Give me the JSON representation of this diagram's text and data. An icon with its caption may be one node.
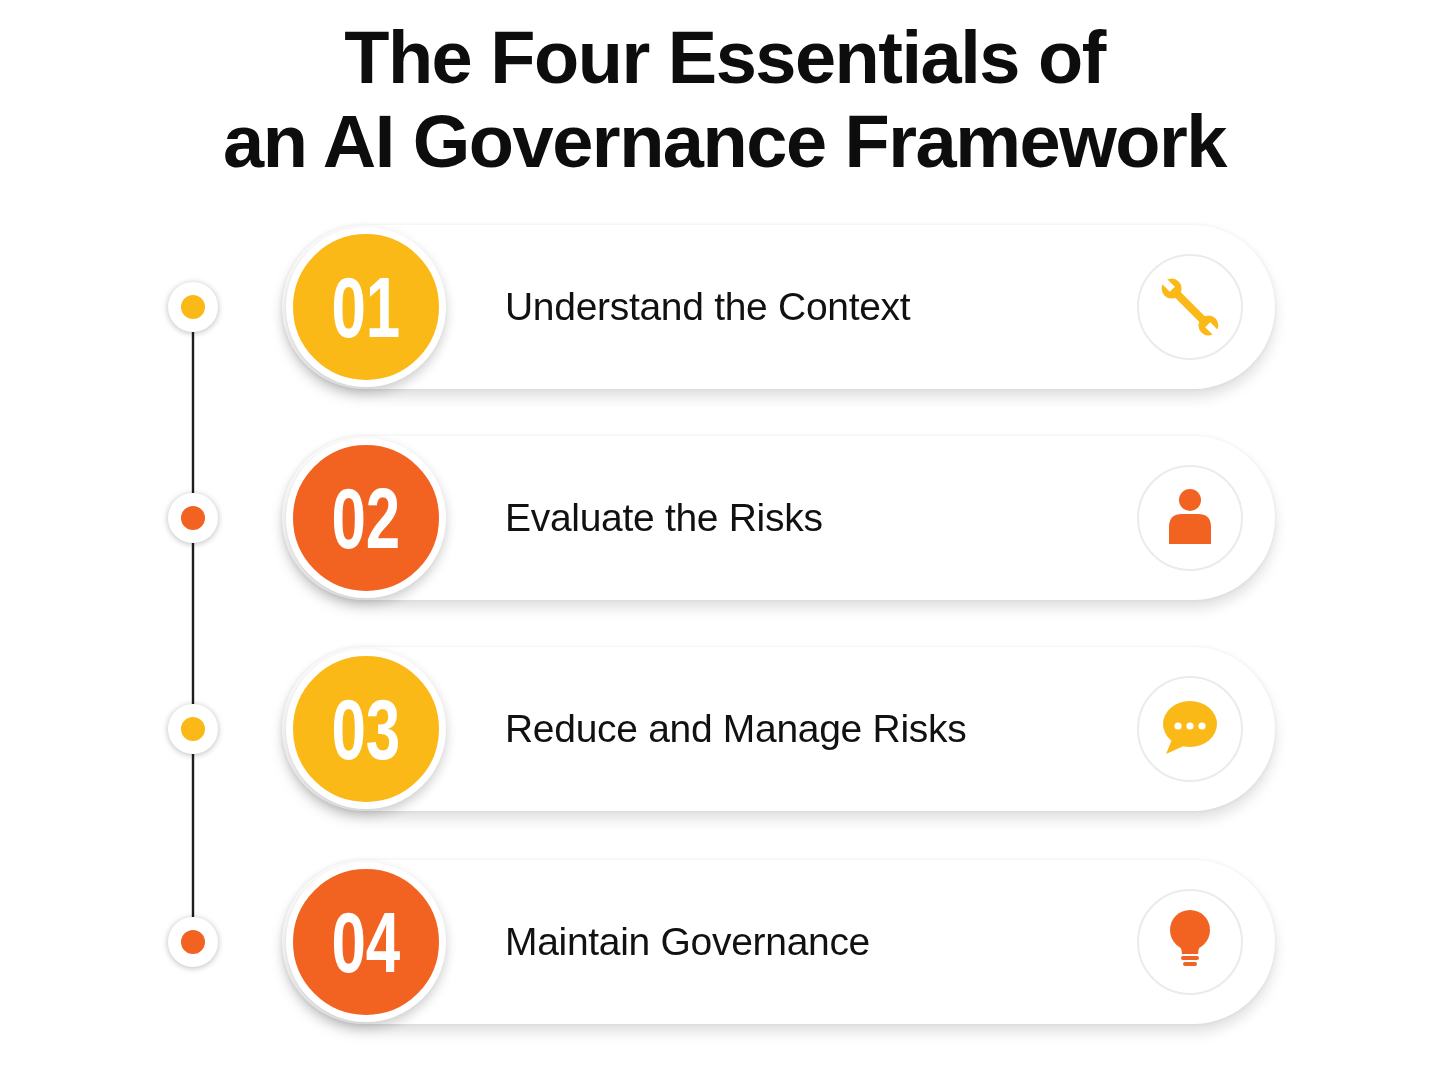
{
  "diagram": {
    "title": "The Four Essentials of an AI Governance Framework",
    "nodes": [
      {
        "text": [],
        "shape": "circle"
      },
      {
        "text": [
          "Understand the Context"
        ]
      },
      {
        "text": [
          "01"
        ],
        "in": 1
      },
      {
        "text": [],
        "shape": "circle"
      },
      {
        "text": [
          "Evaluate the Risks"
        ]
      },
      {
        "text": [
          "02"
        ],
        "in": 4
      },
      {
        "text": [],
        "shape": "circle"
      },
      {
        "text": [
          "Reduce and Manage Risks"
        ]
      },
      {
        "text": [
          "03"
        ],
        "in": 7
      },
      {
        "text": [],
        "shape": "circle"
      },
      {
        "text": [
          "Maintain Governance"
        ]
      },
      {
        "text": [
          "04"
        ],
        "in": 10
      }
    ],
    "edges": [
      {
        "from": 0,
        "to": 3,
        "arrow": "none"
      },
      {
        "from": 3,
        "to": 6,
        "arrow": "none"
      },
      {
        "from": 6,
        "to": 9,
        "arrow": "none"
      }
    ]
  }
}
